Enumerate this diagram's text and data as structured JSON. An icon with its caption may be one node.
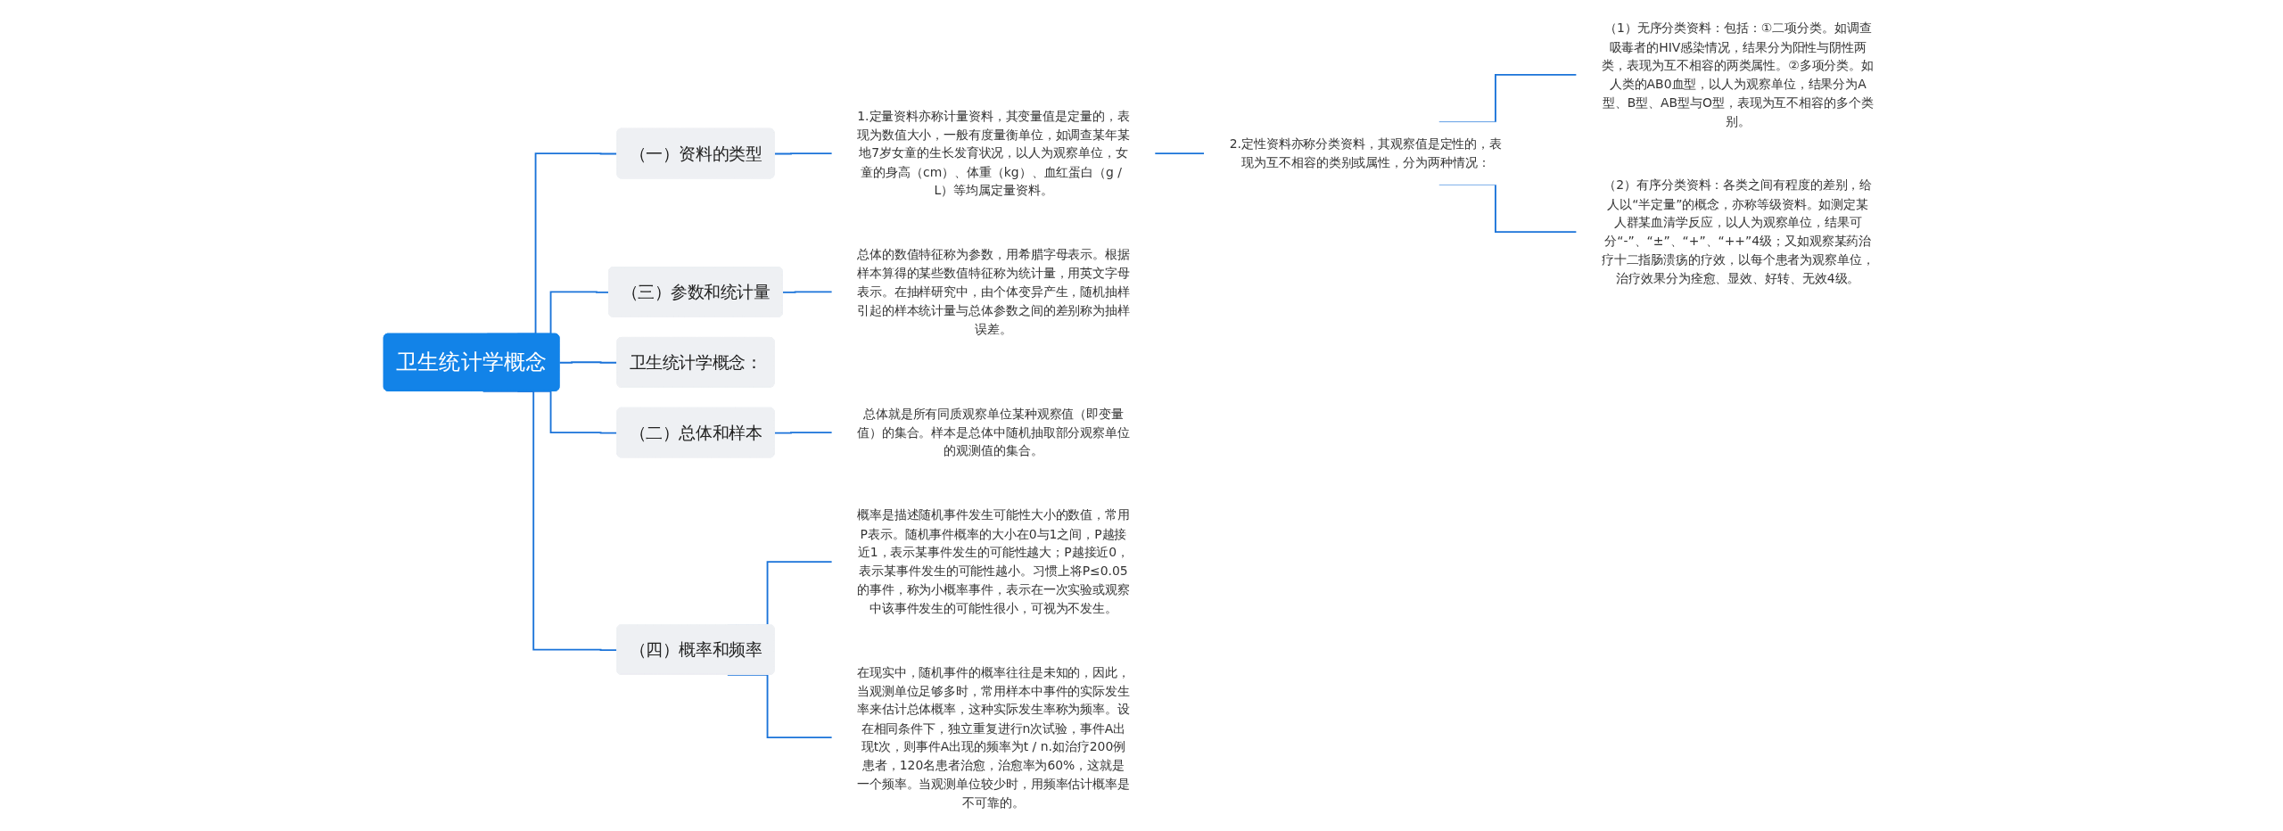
{
  "diagram": {
    "nodes": [
      {
        "text": [
          "卫生统计学概念"
        ]
      },
      {
        "text": [
          "（一）资料的类型"
        ]
      },
      {
        "text": [
          "1.定量资料亦称计量资料，其变量值是定量的，表现为数值大小，一般有度量衡单位，如调查某年某地7岁女童的生长发育状况，以人为观察单位，女童的身高（cm）、体重（kg）、血红蛋白（g / L）等均属定量资料。"
        ]
      },
      {
        "text": [
          "2.定性资料亦称分类资料，其观察值是定性的，表现为互不相容的类别或属性，分为两种情况："
        ]
      },
      {
        "text": [
          "（1）无序分类资料：包括：①二项分类。如调查吸毒者的HIV感染情况，结果分为阳性与阴性两类，表现为互不相容的两类属性。②多项分类。如人类的AB0血型，以人为观察单位，结果分为A型、B型、AB型与O型，表现为互不相容的多个类别。"
        ]
      },
      {
        "text": [
          "（2）有序分类资料：各类之间有程度的差别，给人以“半定量”的概念，亦称等级资料。如测定某人群某血清学反应，以人为观察单位，结果可分“-”、“±”、“+”、“++”4级；又如观察某药治疗十二指肠溃疡的疗效，以每个患者为观察单位，治疗效果分为痊愈、显效、好转、无效4级。"
        ]
      },
      {
        "text": [
          "（三）参数和统计量"
        ]
      },
      {
        "text": [
          "总体的数值特征称为参数，用希腊字母表示。根据样本算得的某些数值特征称为统计量，用英文字母表示。在抽样研究中，由个体变异产生，随机抽样引起的样本统计量与总体参数之间的差别称为抽样误差。"
        ]
      },
      {
        "text": [
          "卫生统计学概念："
        ]
      },
      {
        "text": [
          "（二）总体和样本"
        ]
      },
      {
        "text": [
          "总体就是所有同质观察单位某种观察值（即变量值）的集合。样本是总体中随机抽取部分观察单位的观测值的集合。"
        ]
      },
      {
        "text": [
          "（四）概率和频率"
        ]
      },
      {
        "text": [
          "概率是描述随机事件发生可能性大小的数值，常用P表示。随机事件概率的大小在0与1之间，P越接近1，表示某事件发生的可能性越大；P越接近0，表示某事件发生的可能性越小。习惯上将P≤0.05的事件，称为小概率事件，表示在一次实验或观察中该事件发生的可能性很小，可视为不发生。"
        ]
      },
      {
        "text": [
          "在现实中，随机事件的概率往往是未知的，因此，当观测单位足够多时，常用样本中事件的实际发生率来估计总体概率，这种实际发生率称为频率。设在相同条件下，独立重复进行n次试验，事件A出现t次，则事件A出现的频率为t / n.如治疗200例患者，120名患者治愈，治愈率为60%，这就是一个频率。当观测单位较少时，用频率估计概率是不可靠的。"
        ]
      }
    ],
    "edges": [
      {
        "from": 0,
        "to": 1,
        "arrow": "none"
      },
      {
        "from": 1,
        "to": 2,
        "arrow": "none"
      },
      {
        "from": 2,
        "to": 3,
        "arrow": "none"
      },
      {
        "from": 3,
        "to": 4,
        "arrow": "none"
      },
      {
        "from": 3,
        "to": 5,
        "arrow": "none"
      },
      {
        "from": 0,
        "to": 6,
        "arrow": "none"
      },
      {
        "from": 6,
        "to": 7,
        "arrow": "none"
      },
      {
        "from": 0,
        "to": 8,
        "arrow": "none"
      },
      {
        "from": 0,
        "to": 9,
        "arrow": "none"
      },
      {
        "from": 9,
        "to": 10,
        "arrow": "none"
      },
      {
        "from": 0,
        "to": 11,
        "arrow": "none"
      },
      {
        "from": 11,
        "to": 12,
        "arrow": "none"
      },
      {
        "from": 11,
        "to": 13,
        "arrow": "none"
      }
    ]
  }
}
